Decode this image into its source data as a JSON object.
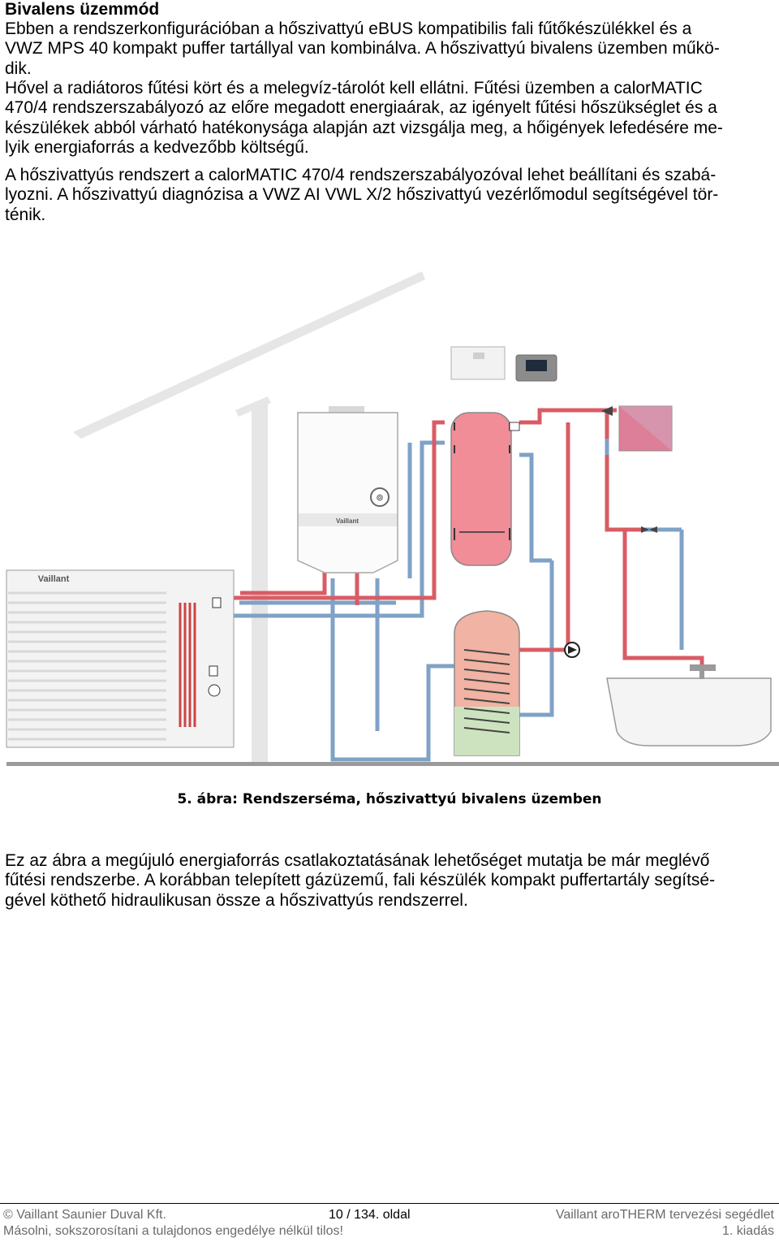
{
  "heading": "Bivalens üzemmód",
  "intro_lines": [
    "Ebben a rendszerkonfigurációban a hőszivattyú eBUS kompatibilis fali fűtőkészülékkel és a",
    "VWZ MPS 40 kompakt puffer tartállyal van kombinálva. A hőszivattyú bivalens üzemben műkö-",
    "dik."
  ],
  "body1_lines": [
    "Hővel a radiátoros fűtési kört és a melegvíz-tárolót kell ellátni. Fűtési üzemben a calorMATIC",
    "470/4 rendszerszabályozó az előre megadott energiaárak, az igényelt fűtési hőszükséglet és a",
    "készülékek abból várható hatékonysága alapján azt vizsgálja meg, a hőigények lefedésére me-",
    "lyik energiaforrás a kedvezőbb költségű."
  ],
  "body2_lines": [
    "A hőszivattyús rendszert a calorMATIC 470/4 rendszerszabályozóval lehet beállítani és szabá-",
    "lyozni. A hőszivattyú diagnózisa a VWZ AI VWL X/2 hőszivattyú vezérlőmodul segítségével tör-",
    "ténik."
  ],
  "diagram": {
    "boiler_logo": "Vaillant",
    "heatpump_logo": "Vaillant",
    "colors": {
      "hot": "#e8727c",
      "cold": "#8fb1cf",
      "pipe_hot": "#d95c65",
      "pipe_cold": "#7fa2c6",
      "outline": "#8a8a8a"
    }
  },
  "caption": "5. ábra: Rendszerséma, hőszivattyú bivalens üzemben",
  "after_lines": [
    "Ez az ábra a megújuló energiaforrás csatlakoztatásának lehetőséget mutatja be már meglévő",
    "fűtési rendszerbe. A korábban telepített gázüzemű, fali készülék kompakt puffertartály segítsé-",
    "gével köthető hidraulikusan össze a hőszivattyús rendszerrel."
  ],
  "footer": {
    "company": "© Vaillant Saunier Duval Kft.",
    "page": "10 / 134. oldal",
    "doc_title": "Vaillant aroTHERM tervezési segédlet",
    "copyright_note": "Másolni, sokszorosítani a tulajdonos engedélye nélkül tilos!",
    "edition": "1. kiadás"
  }
}
